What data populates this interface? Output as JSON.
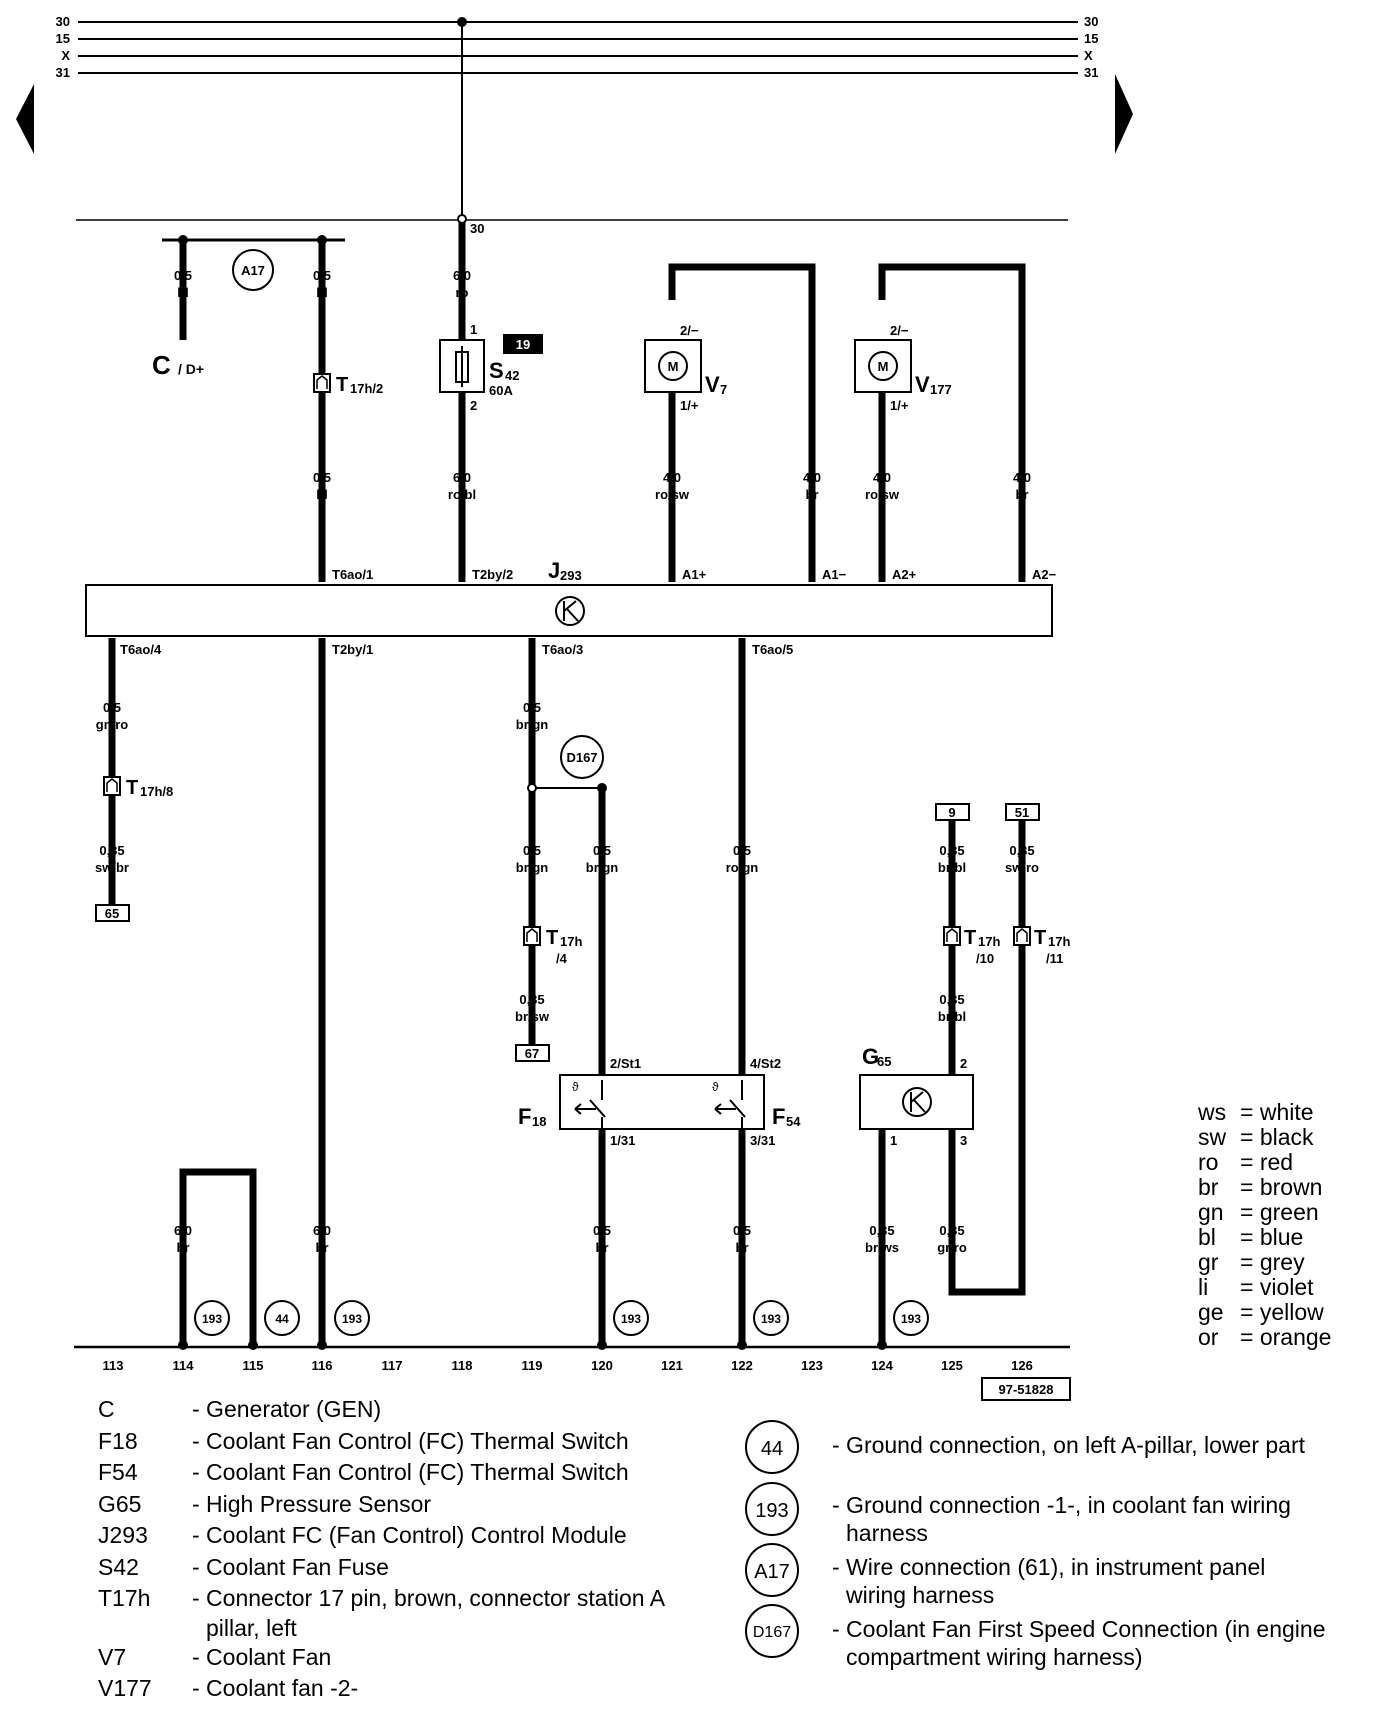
{
  "bus_lines": [
    "30",
    "15",
    "X",
    "31"
  ],
  "module": {
    "id": "J293",
    "sub": "293"
  },
  "wires": {
    "w1": {
      "gauge": "0,5",
      "color": "bl"
    },
    "w2": {
      "gauge": "0,5",
      "color": "bl"
    },
    "w2b": {
      "gauge": "0,5",
      "color": "bl"
    },
    "w3": {
      "gauge": "6,0",
      "color": "ro"
    },
    "w3b": {
      "gauge": "6,0",
      "color": "ro/bl"
    },
    "w4": {
      "gauge": "4,0",
      "color": "ro/sw"
    },
    "w5": {
      "gauge": "4,0",
      "color": "br"
    },
    "w6": {
      "gauge": "4,0",
      "color": "ro/sw"
    },
    "w7": {
      "gauge": "4,0",
      "color": "br"
    },
    "b1": {
      "gauge": "0,5",
      "color": "gn/ro"
    },
    "b1b": {
      "gauge": "0,35",
      "color": "sw/br"
    },
    "b2": {
      "gauge": "0,5",
      "color": "br/gn"
    },
    "b2b": {
      "gauge": "0,5",
      "color": "br/gn"
    },
    "b2c": {
      "gauge": "0,35",
      "color": "br/sw"
    },
    "b3": {
      "gauge": "0,5",
      "color": "br/gn"
    },
    "b4": {
      "gauge": "0,5",
      "color": "ro/gn"
    },
    "b5": {
      "gauge": "0,35",
      "color": "br/bl"
    },
    "b5b": {
      "gauge": "0,35",
      "color": "br/bl"
    },
    "b6": {
      "gauge": "0,35",
      "color": "sw/ro"
    },
    "g1": {
      "gauge": "6,0",
      "color": "br"
    },
    "g2": {
      "gauge": "6,0",
      "color": "br"
    },
    "g3": {
      "gauge": "0,5",
      "color": "br"
    },
    "g4": {
      "gauge": "0,5",
      "color": "br"
    },
    "g5": {
      "gauge": "0,35",
      "color": "br/ws"
    },
    "g6": {
      "gauge": "0,35",
      "color": "gr/ro"
    }
  },
  "pins": {
    "p30": "30",
    "s42_1": "1",
    "s42_2": "2",
    "v7_2": "2/−",
    "v7_1": "1/+",
    "v177_2": "2/−",
    "v177_1": "1/+",
    "t6ao1": "T6ao/1",
    "t2by2": "T2by/2",
    "a1p": "A1+",
    "a1m": "A1−",
    "a2p": "A2+",
    "a2m": "A2−",
    "t6ao4": "T6ao/4",
    "t2by1": "T2by/1",
    "t6ao3": "T6ao/3",
    "t6ao5": "T6ao/5",
    "st1": "2/St1",
    "st2": "4/St2",
    "p131": "1/31",
    "p331": "3/31",
    "g65_2": "2",
    "g65_1": "1",
    "g65_3": "3"
  },
  "components": {
    "c": {
      "letter": "C",
      "suffix": "/ D+"
    },
    "s42": {
      "letter": "S",
      "sub": "42",
      "rating": "60A",
      "tag": "19"
    },
    "v7": {
      "letter": "V",
      "sub": "7"
    },
    "v177": {
      "letter": "V",
      "sub": "177"
    },
    "f18": {
      "letter": "F",
      "sub": "18"
    },
    "f54": {
      "letter": "F",
      "sub": "54"
    },
    "g65": {
      "letter": "G",
      "sub": "65"
    },
    "motor_symbol": "M",
    "t17h2": {
      "letter": "T",
      "sub": "17h/2"
    },
    "t17h8": {
      "letter": "T",
      "sub": "17h/8"
    },
    "t17h4": {
      "letter": "T",
      "sub": "17h",
      "pin": "/4"
    },
    "t17h10": {
      "letter": "T",
      "sub": "17h",
      "pin": "/10"
    },
    "t17h11": {
      "letter": "T",
      "sub": "17h",
      "pin": "/11"
    }
  },
  "refs": {
    "r65": "65",
    "r67": "67",
    "r9": "9",
    "r51": "51"
  },
  "circles": {
    "a17": "A17",
    "d167": "D167",
    "g193": "193",
    "g44": "44"
  },
  "tracks": [
    "113",
    "114",
    "115",
    "116",
    "117",
    "118",
    "119",
    "120",
    "121",
    "122",
    "123",
    "124",
    "125",
    "126"
  ],
  "doc_number": "97-51828",
  "color_legend": [
    {
      "code": "ws",
      "name": "white"
    },
    {
      "code": "sw",
      "name": "black"
    },
    {
      "code": "ro",
      "name": "red"
    },
    {
      "code": "br",
      "name": "brown"
    },
    {
      "code": "gn",
      "name": "green"
    },
    {
      "code": "bl",
      "name": "blue"
    },
    {
      "code": "gr",
      "name": "grey"
    },
    {
      "code": "li",
      "name": "violet"
    },
    {
      "code": "ge",
      "name": "yellow"
    },
    {
      "code": "or",
      "name": "orange"
    }
  ],
  "legend": [
    {
      "code": "C",
      "desc": "- Generator (GEN)"
    },
    {
      "code": "F18",
      "desc": "- Coolant Fan Control (FC) Thermal Switch"
    },
    {
      "code": "F54",
      "desc": "- Coolant Fan Control (FC) Thermal Switch"
    },
    {
      "code": "G65",
      "desc": "- High Pressure Sensor"
    },
    {
      "code": "J293",
      "desc": "- Coolant FC (Fan Control) Control Module"
    },
    {
      "code": "S42",
      "desc": "- Coolant Fan Fuse"
    },
    {
      "code": "T17h",
      "desc": "- Connector 17 pin, brown, connector station A",
      "desc2": "pillar, left"
    },
    {
      "code": "V7",
      "desc": "- Coolant Fan"
    },
    {
      "code": "V177",
      "desc": "- Coolant fan -2-"
    }
  ],
  "ground_legend": [
    {
      "sym": "44",
      "desc": "- Ground connection, on left A-pillar, lower part"
    },
    {
      "sym": "193",
      "desc": "- Ground connection -1-, in coolant fan wiring",
      "desc2": "harness"
    },
    {
      "sym": "A17",
      "desc": "- Wire connection (61), in instrument panel",
      "desc2": "wiring harness"
    },
    {
      "sym": "D167",
      "desc": "- Coolant Fan First Speed Connection (in engine",
      "desc2": "compartment wiring harness)"
    }
  ]
}
